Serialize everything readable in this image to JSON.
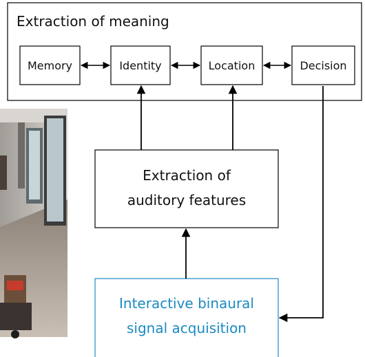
{
  "meaning": {
    "title": "Extraction of meaning",
    "memory": "Memory",
    "identity": "Identity",
    "location": "Location",
    "decision": "Decision"
  },
  "features": {
    "line1": "Extraction of",
    "line2": "auditory features"
  },
  "acquisition": {
    "line1": "Interactive binaural",
    "line2": "signal acquisition",
    "color": "#1a8ac2"
  },
  "photo": {
    "description_icon": "robot-in-corridor-photo"
  }
}
